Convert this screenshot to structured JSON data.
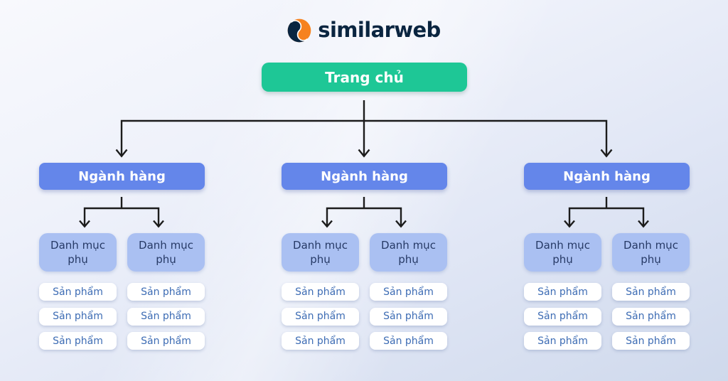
{
  "brand": {
    "name": "similarweb",
    "icon": "similarweb-swirl-icon",
    "navy": "#092540",
    "orange": "#F6821F"
  },
  "colors": {
    "home_bg": "#1EC796",
    "category_bg": "#6486EA",
    "subcategory_bg": "#AAC0F2",
    "subcategory_text": "#273A66",
    "product_bg": "#FFFFFF",
    "product_text": "#3D6CB4",
    "arrow": "#1C1C1C"
  },
  "tree": {
    "home": "Trang chủ",
    "groups": [
      {
        "category": "Ngành hàng",
        "subcategories": [
          {
            "label": "Danh mục phụ",
            "products": [
              "Sản phẩm",
              "Sản phẩm",
              "Sản phẩm"
            ]
          },
          {
            "label": "Danh mục phụ",
            "products": [
              "Sản phẩm",
              "Sản phẩm",
              "Sản phẩm"
            ]
          }
        ]
      },
      {
        "category": "Ngành hàng",
        "subcategories": [
          {
            "label": "Danh mục phụ",
            "products": [
              "Sản phẩm",
              "Sản phẩm",
              "Sản phẩm"
            ]
          },
          {
            "label": "Danh mục phụ",
            "products": [
              "Sản phẩm",
              "Sản phẩm",
              "Sản phẩm"
            ]
          }
        ]
      },
      {
        "category": "Ngành hàng",
        "subcategories": [
          {
            "label": "Danh mục phụ",
            "products": [
              "Sản phẩm",
              "Sản phẩm",
              "Sản phẩm"
            ]
          },
          {
            "label": "Danh mục phụ",
            "products": [
              "Sản phẩm",
              "Sản phẩm",
              "Sản phẩm"
            ]
          }
        ]
      }
    ]
  }
}
